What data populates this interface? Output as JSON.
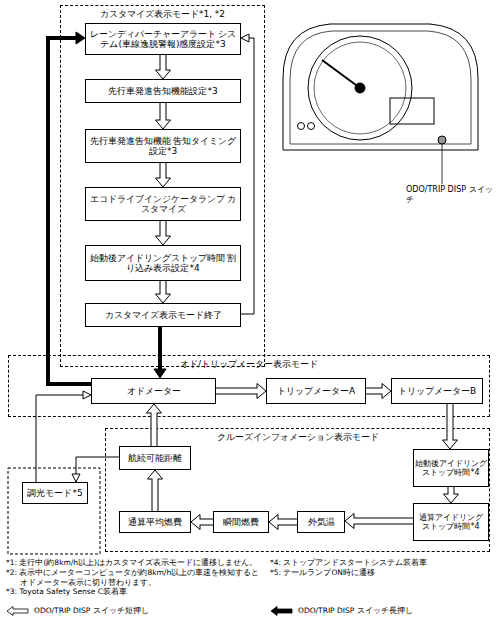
{
  "diagram": {
    "nodes": [
      {
        "text": [
          "カスタマイズ表示モード*1, *2"
        ]
      },
      {
        "text": [
          "レーンディパーチャーアラート システム(車線逸脱警報)感度設定*3"
        ],
        "in": 0
      },
      {
        "text": [
          "先行車発進告知機能設定*3"
        ],
        "in": 0
      },
      {
        "text": [
          "先行車発進告知機能 告知タイミング設定*3"
        ],
        "in": 0
      },
      {
        "text": [
          "エコドライブインジケータランプ カスタマイズ"
        ],
        "in": 0
      },
      {
        "text": [
          "始動後アイドリングストップ時間 割り込み表示設定*4"
        ],
        "in": 0
      },
      {
        "text": [
          "カスタマイズ表示モード終了"
        ],
        "in": 0
      },
      {
        "text": [
          "オド/トリップメーター表示モード"
        ]
      },
      {
        "text": [
          "オドメーター"
        ],
        "in": 7
      },
      {
        "text": [
          "トリップメーターA"
        ],
        "in": 7
      },
      {
        "text": [
          "トリップメーターB"
        ],
        "in": 7
      },
      {
        "text": [
          "クルーズインフォメーション表示モード"
        ]
      },
      {
        "text": [
          "航続可能距離"
        ],
        "in": 11
      },
      {
        "text": [
          "始動後アイドリング ストップ時間*4"
        ],
        "in": 11
      },
      {
        "text": [
          "通算アイドリング ストップ時間*4"
        ],
        "in": 11
      },
      {
        "text": [
          "外気温"
        ],
        "in": 11
      },
      {
        "text": [
          "瞬間燃費"
        ],
        "in": 11
      },
      {
        "text": [
          "通算平均燃費"
        ],
        "in": 11
      },
      {
        "text": [
          "調光モード*5"
        ]
      }
    ],
    "edges": [
      {
        "from": 1,
        "to": 2,
        "arrow": "to"
      },
      {
        "from": 2,
        "to": 3,
        "arrow": "to"
      },
      {
        "from": 3,
        "to": 4,
        "arrow": "to"
      },
      {
        "from": 4,
        "to": 5,
        "arrow": "to"
      },
      {
        "from": 5,
        "to": 6,
        "arrow": "to"
      },
      {
        "from": 6,
        "to": 1,
        "arrow": "to"
      },
      {
        "from": 6,
        "to": 8,
        "arrow": "to"
      },
      {
        "from": 8,
        "to": 1,
        "arrow": "to"
      },
      {
        "from": 8,
        "to": 9,
        "arrow": "to"
      },
      {
        "from": 9,
        "to": 10,
        "arrow": "to"
      },
      {
        "from": 10,
        "to": 13,
        "arrow": "to"
      },
      {
        "from": 13,
        "to": 14,
        "arrow": "to"
      },
      {
        "from": 14,
        "to": 15,
        "arrow": "to"
      },
      {
        "from": 15,
        "to": 16,
        "arrow": "to"
      },
      {
        "from": 16,
        "to": 17,
        "arrow": "to"
      },
      {
        "from": 17,
        "to": 12,
        "arrow": "to"
      },
      {
        "from": 12,
        "to": 8,
        "arrow": "to"
      },
      {
        "from": 12,
        "to": 18,
        "arrow": "to"
      },
      {
        "from": 18,
        "to": 8,
        "arrow": "to"
      }
    ],
    "labels": [
      "ODO/TRIP DISP スイッチ",
      "*1: 走行中(約8km/h以上)はカスタマイズ表示モードに遷移しません。",
      "*2: 表示中にメーターコンピュータが約8km/h以上の車速を検知すると オドメーター表示に切り替わります。",
      "*3: Toyota Safety Sense C装着車",
      "*4: ストップアンドスタートシステム装着車",
      "*5: テールランプON時に遷移"
    ],
    "legend": [
      {
        "text": "ODO/TRIP DISP スイッチ短押し"
      },
      {
        "text": "ODO/TRIP DISP スイッチ長押し"
      }
    ]
  }
}
